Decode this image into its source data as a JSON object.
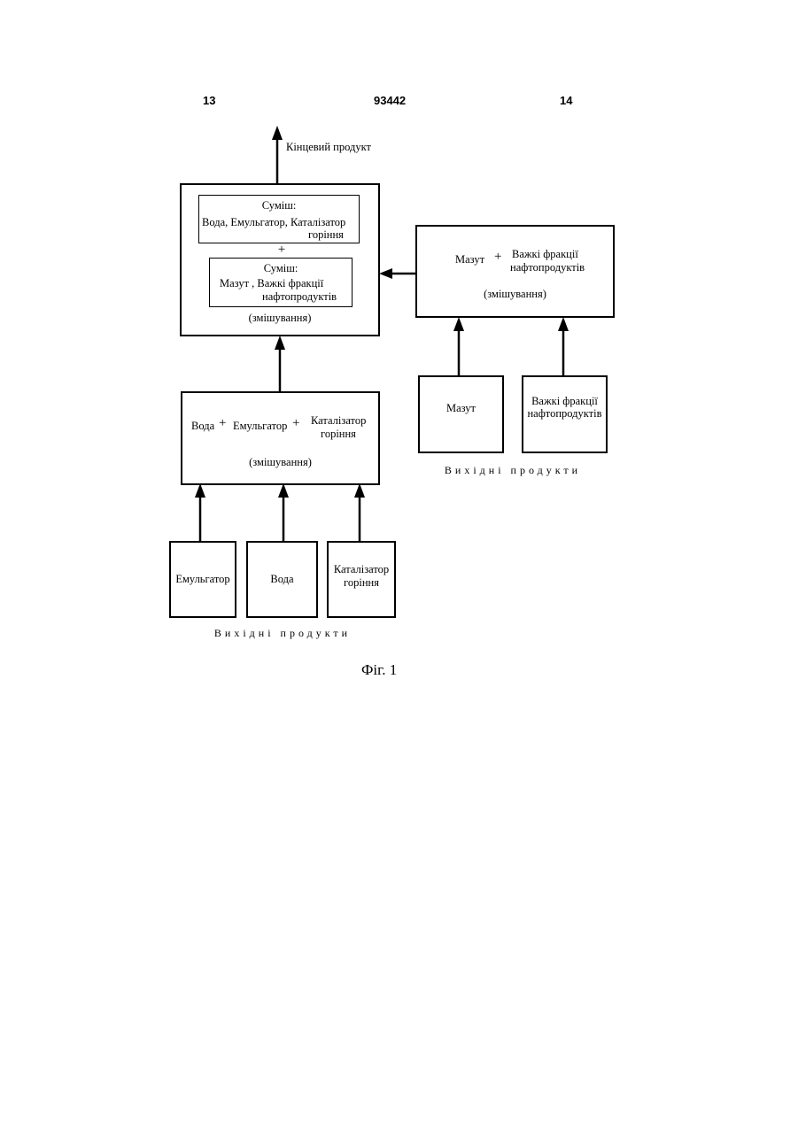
{
  "header": {
    "page_left": "13",
    "doc_number": "93442",
    "page_right": "14"
  },
  "final": {
    "label": "Кінцевий продукт"
  },
  "main_box": {
    "mix1_title": "Суміш:",
    "mix1_line": "Вода, Емульгатор,  Каталізатор",
    "mix1_line2": "горіння",
    "plus": "+",
    "mix2_title": "Суміш:",
    "mix2_line": "Мазут ,  Важкі фракції",
    "mix2_line2": "нафтопродуктів",
    "mixing": "(змішування)"
  },
  "right_box": {
    "mazut": "Мазут",
    "plus": "+",
    "heavy_line1": "Важкі фракції",
    "heavy_line2": "нафтопродуктів",
    "mixing": "(змішування)"
  },
  "left_box": {
    "voda": "Вода",
    "plus1": "+",
    "emulsifier": "Емульгатор",
    "plus2": "+",
    "catalyst_line1": "Каталізатор",
    "catalyst_line2": "горіння",
    "mixing": "(змішування)"
  },
  "right_inputs": {
    "mazut": "Мазут",
    "heavy_line1": "Важкі фракції",
    "heavy_line2": "нафтопродуктів",
    "caption": "Вихідні продукти"
  },
  "left_inputs": {
    "emulsifier": "Емульгатор",
    "voda": "Вода",
    "catalyst_line1": "Каталізатор",
    "catalyst_line2": "горіння",
    "caption": "Вихідні продукти"
  },
  "figure": {
    "caption": "Фіг. 1"
  }
}
